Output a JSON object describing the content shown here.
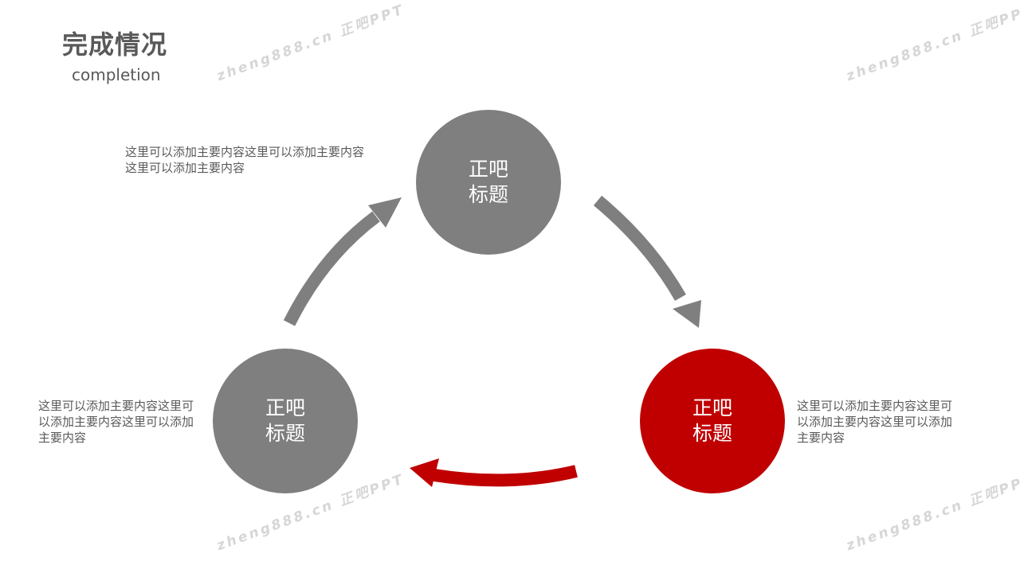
{
  "header": {
    "title": "完成情况",
    "subtitle": "completion"
  },
  "watermark": "zheng888.cn 正吧PPT",
  "nodes": [
    {
      "id": "top",
      "label": "正吧标题",
      "color": "#7f7f7f"
    },
    {
      "id": "left",
      "label": "正吧标题",
      "color": "#7f7f7f"
    },
    {
      "id": "right",
      "label": "正吧标题",
      "color": "#c00000"
    }
  ],
  "descriptions": {
    "top": "这里可以添加主要内容这里可以添加主要内容这里可以添加主要内容",
    "left": "这里可以添加主要内容这里可以添加主要内容这里可以添加主要内容",
    "right": "这里可以添加主要内容这里可以添加主要内容这里可以添加主要内容"
  },
  "colors": {
    "gray": "#7f7f7f",
    "accent": "#c00000",
    "title": "#595959",
    "text": "#595959",
    "watermark": "#d6d6d6"
  },
  "arrows": [
    {
      "from": "left",
      "to": "top",
      "color": "#7f7f7f"
    },
    {
      "from": "top",
      "to": "right",
      "color": "#7f7f7f"
    },
    {
      "from": "right",
      "to": "left",
      "color": "#c00000"
    }
  ]
}
